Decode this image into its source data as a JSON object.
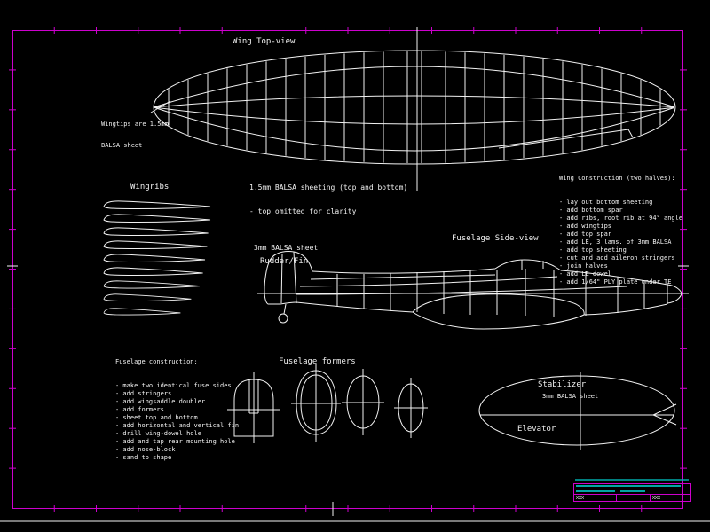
{
  "colors": {
    "background": "#000000",
    "line_color": "#f2f2f2",
    "border_color": "#cc00cc",
    "titleblock_accent": "#00b7b7"
  },
  "labels": {
    "wing_top_view": "Wing Top-view",
    "wingtips_note": [
      "Wingtips are 1.5mm",
      "BALSA sheet"
    ],
    "sheeting_note": [
      "1.5mm BALSA sheeting (top and bottom)",
      "- top omitted for clarity"
    ],
    "wingribs": "Wingribs",
    "fuselage_side_view": "Fuselage Side-view",
    "fin_material_note": "3mm BALSA sheet",
    "rudder_fin": "Rudder/Fin",
    "fuselage_formers": "Fuselage formers",
    "stabilizer": "Stabilizer",
    "stabilizer_material_note": "3mm BALSA sheet",
    "elevator": "Elevator"
  },
  "wing_construction": {
    "title": "Wing Construction (two halves):",
    "steps": [
      "- lay out bottom sheeting",
      "- add bottom spar",
      "- add ribs, root rib at 94° angle",
      "- add wingtips",
      "- add top spar",
      "- add LE, 3 lams. of 3mm BALSA",
      "- add top sheeting",
      "- cut and add aileron stringers",
      "- join halves",
      "- add LE dowel",
      "- add 1/64\" PLY plate under TE"
    ]
  },
  "fuselage_construction": {
    "title": "Fuselage construction:",
    "steps": [
      "- make two identical fuse sides",
      "- add stringers",
      "- add wingsaddle doubler",
      "- add formers",
      "- sheet top and bottom",
      "- add horizontal and vertical fin",
      "- drill wing-dowel hole",
      "- add and tap rear mounting hole",
      "- add nose-block",
      "- sand to shape"
    ]
  },
  "titleblock": {
    "left_mark": "XXX",
    "right_mark": "XXX"
  }
}
